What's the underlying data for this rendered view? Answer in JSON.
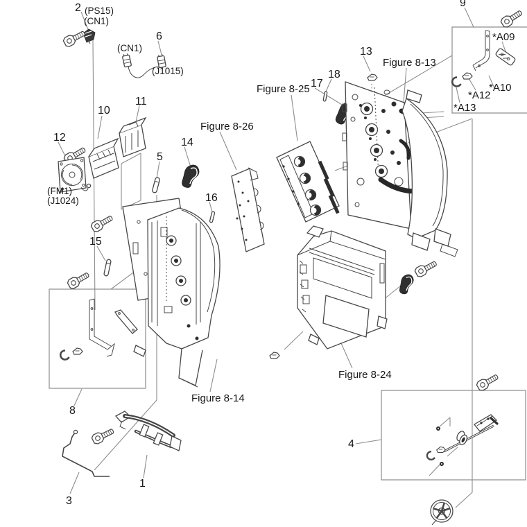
{
  "diagram": {
    "kind": "exploded-parts-diagram",
    "background": "#ffffff"
  },
  "callouts": {
    "n1": "1",
    "n2": "2",
    "n3": "3",
    "n4": "4",
    "n5": "5",
    "n6": "6",
    "n8": "8",
    "n9": "9",
    "n10": "10",
    "n11": "11",
    "n12": "12",
    "n13": "13",
    "n14": "14",
    "n15": "15",
    "n16": "16",
    "n17": "17",
    "n18": "18"
  },
  "connectors": {
    "ps15": "(PS15)",
    "cn1_top": "(CN1)",
    "cn1_mid": "(CN1)",
    "j1015": "(J1015)",
    "fm1": "(FM1)",
    "j1024": "(J1024)"
  },
  "figures": {
    "f13": "Figure 8-13",
    "f14": "Figure 8-14",
    "f24": "Figure 8-24",
    "f25": "Figure 8-25",
    "f26": "Figure 8-26"
  },
  "service_parts": {
    "a09": "*A09",
    "a10": "*A10",
    "a12": "*A12",
    "a13": "*A13"
  },
  "colors": {
    "line": "#474747",
    "leader": "#8d8d8d",
    "text": "#171717",
    "dark_fill": "#2e2e2e",
    "background": "#ffffff"
  }
}
